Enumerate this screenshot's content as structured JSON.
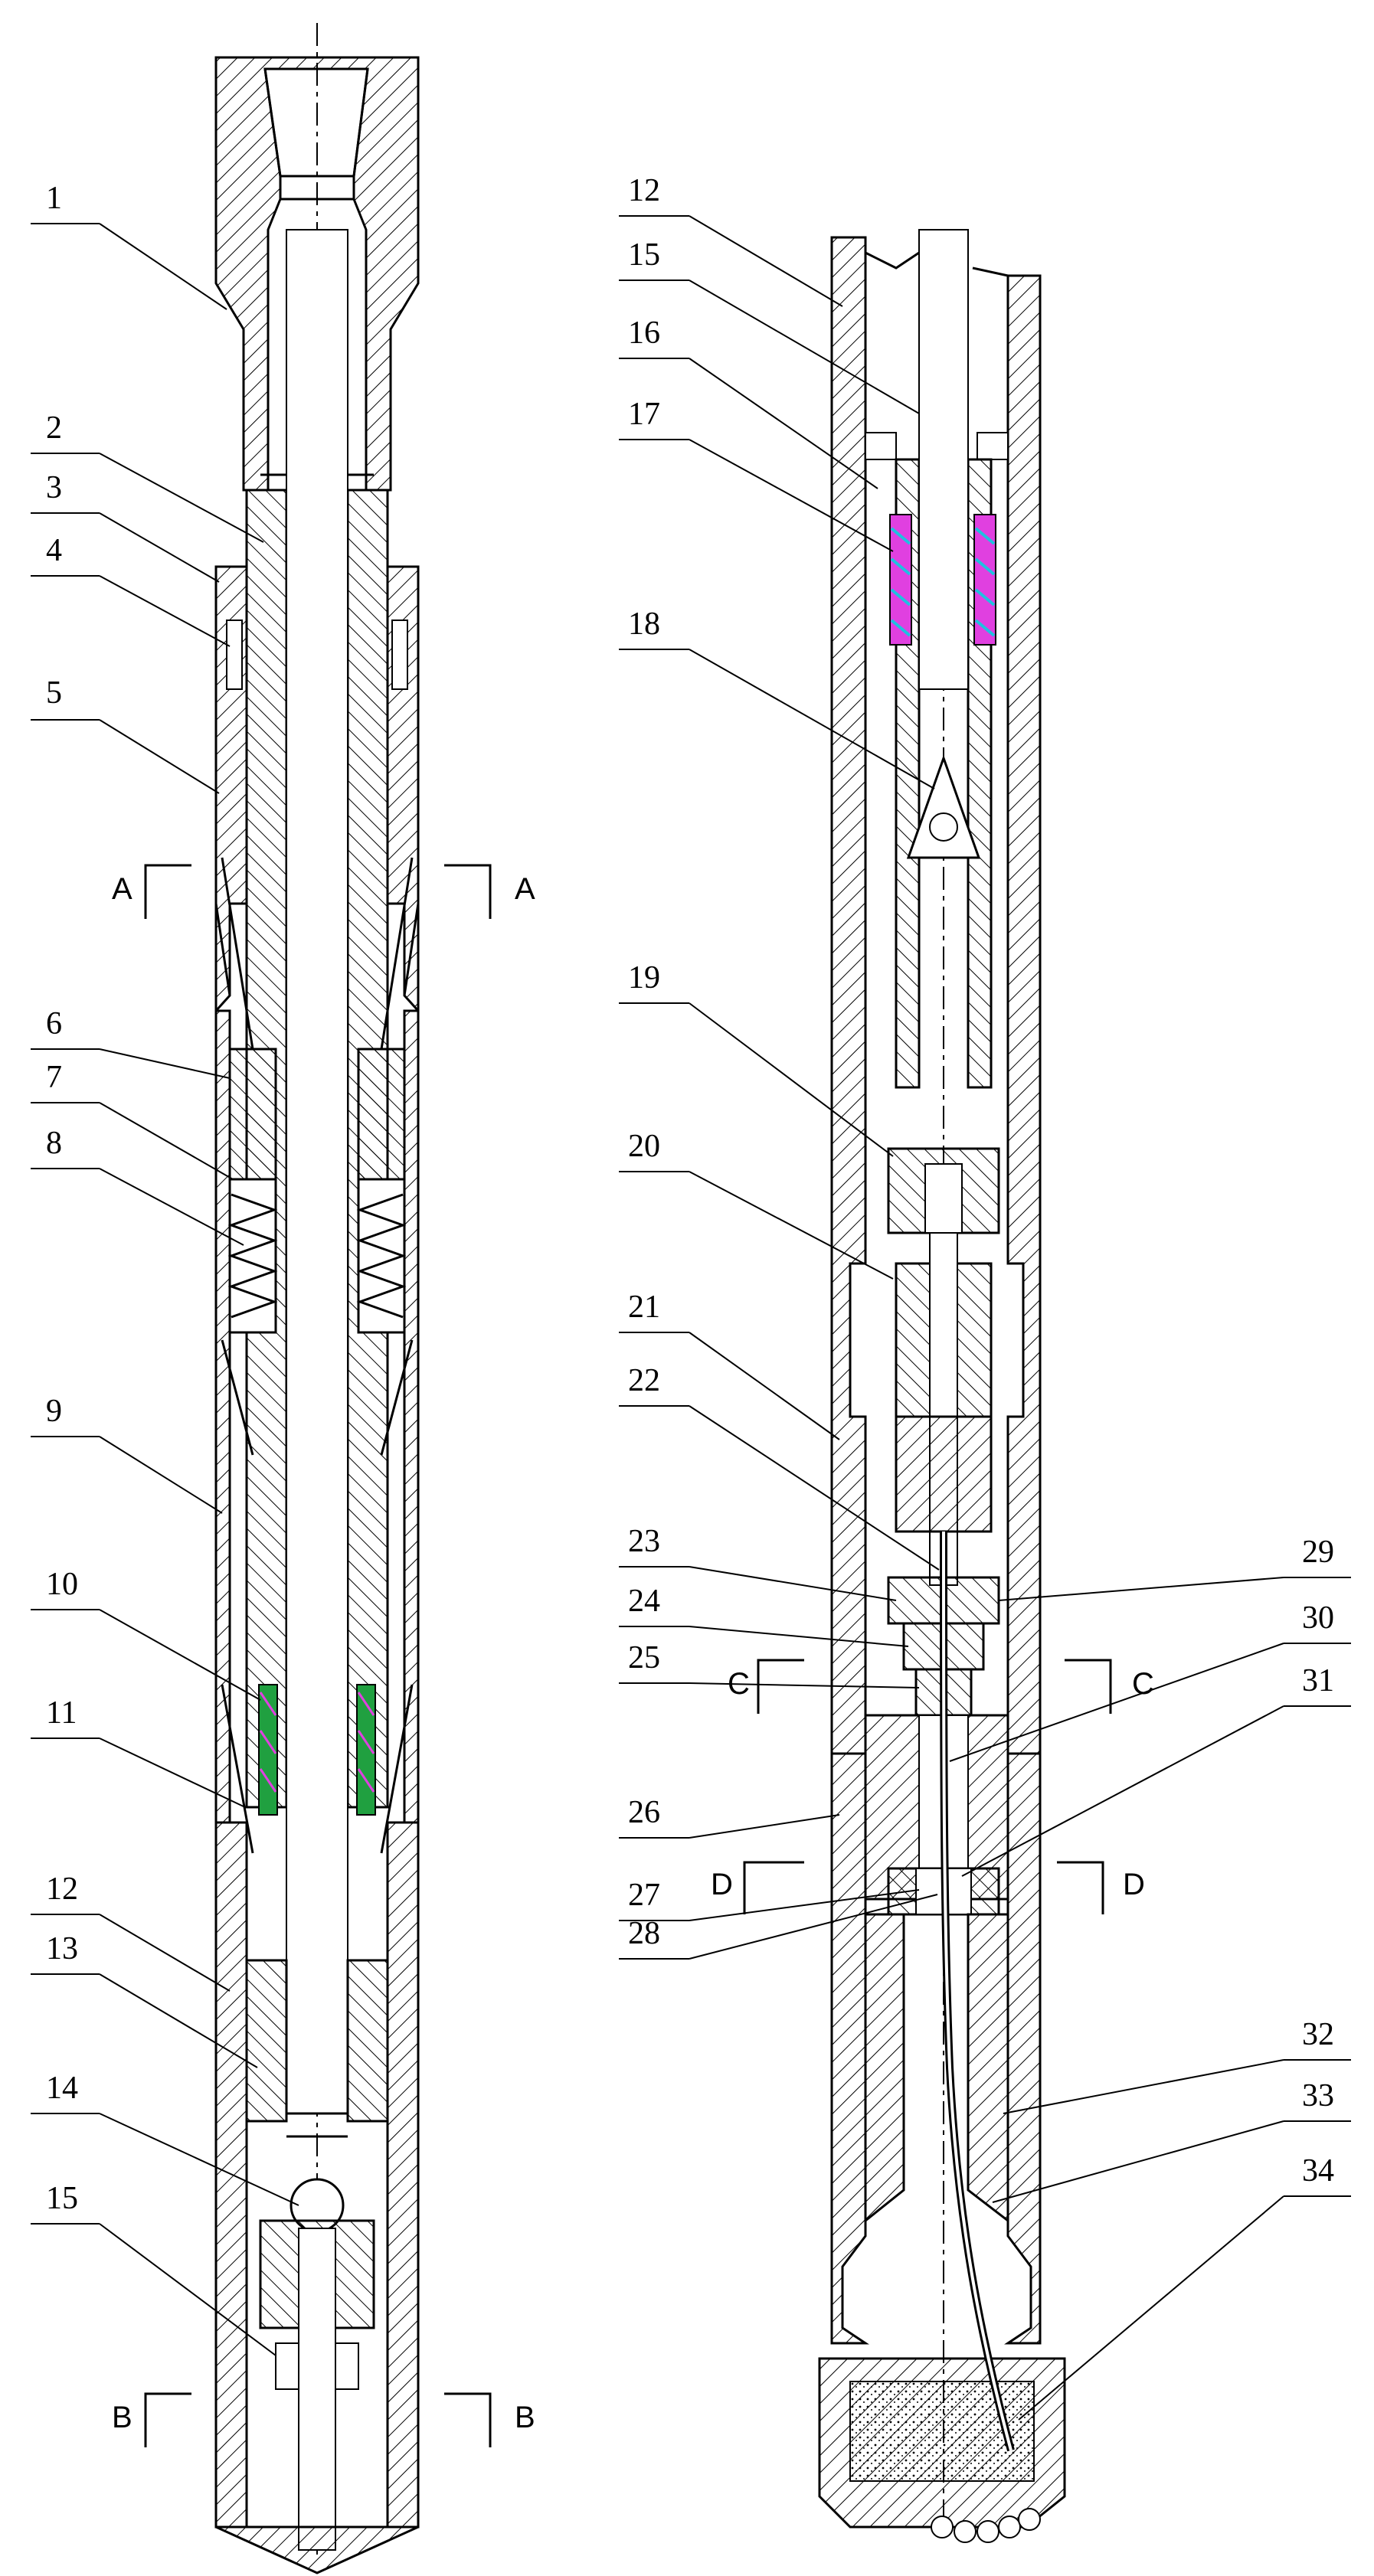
{
  "callouts_left": [
    "1",
    "2",
    "3",
    "4",
    "5",
    "6",
    "7",
    "8",
    "9",
    "10",
    "11",
    "12",
    "13",
    "14",
    "15"
  ],
  "callouts_right": [
    "12",
    "15",
    "16",
    "17",
    "18",
    "19",
    "20",
    "21",
    "22",
    "23",
    "24",
    "25",
    "26",
    "27",
    "28",
    "29",
    "30",
    "31",
    "32",
    "33",
    "34"
  ],
  "section_marks": [
    "A",
    "B",
    "C",
    "D"
  ],
  "colors": {
    "line": "#000000",
    "hatch": "#000000",
    "seal_magenta": "#e040e0",
    "seal_green": "#20a040",
    "seal_cyan": "#20c0e0"
  }
}
